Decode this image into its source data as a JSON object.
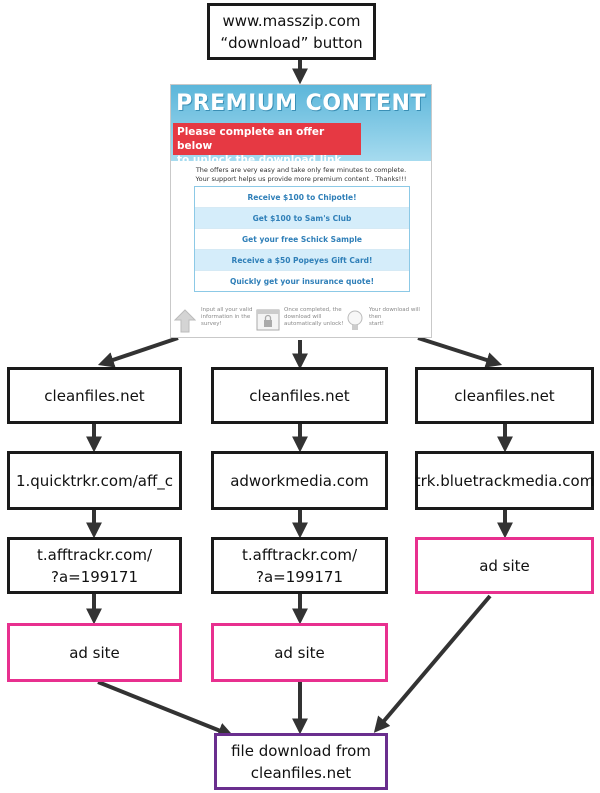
{
  "nodes": {
    "start": "www.masszip.com\n“download” button",
    "col1": {
      "clean": "cleanfiles.net",
      "redirect1": "1.quicktrkr.com/aff_c",
      "redirect2": "t.afftrackr.com/\n?a=199171",
      "ad": "ad site"
    },
    "col2": {
      "clean": "cleanfiles.net",
      "redirect1": "adworkmedia.com",
      "redirect2": "t.afftrackr.com/\n?a=199171",
      "ad": "ad site"
    },
    "col3": {
      "clean": "cleanfiles.net",
      "redirect1": "trk.bluetrackmedia.com",
      "ad": "ad site"
    },
    "final": "file download from\ncleanfiles.net"
  },
  "premium": {
    "title": "PREMIUM CONTENT",
    "banner": "Please complete an offer below\nto unlock the download link",
    "intro": "The offers are very easy and take only few minutes to complete.\nYour support helps us provide more premium content . Thanks!!!",
    "offers": [
      "Receive $100 to Chipotle!",
      "Get $100 to Sam's Club",
      "Get your free Schick Sample",
      "Receive a $50 Popeyes Gift Card!",
      "Quickly get your insurance quote!"
    ],
    "steps": [
      "Input all your valid\ninformation in the\nsurvey!",
      "Once completed, the\ndownload will\nautomatically unlock!",
      "Your download will then\nstart!"
    ]
  },
  "colors": {
    "box_border": "#1a1a1a",
    "ad_border": "#e8308f",
    "final_border": "#6a2e8e",
    "banner": "#e63943",
    "header": "#5cb6da"
  }
}
